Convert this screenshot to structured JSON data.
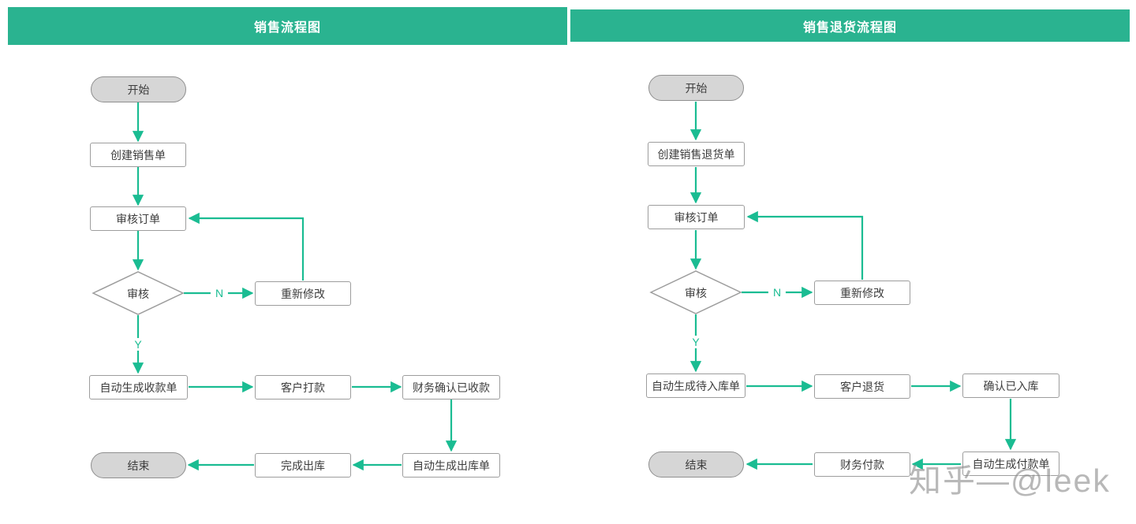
{
  "colors": {
    "header_background": "#2ab390",
    "arrow_green": "#1abc92",
    "node_border": "#9d9d9d",
    "terminal_fill": "#d6d6d6",
    "node_text": "#3d3d3d",
    "watermark_gray": "#8d8d8d"
  },
  "left_chart": {
    "title": "销售流程图",
    "nodes": {
      "start": "开始",
      "create_order": "创建销售单",
      "review_order": "审核订单",
      "decision": "审核",
      "modify": "重新修改",
      "auto_receipt": "自动生成收款单",
      "customer_pay": "客户打款",
      "finance_confirm": "财务确认已收款",
      "auto_outbound": "自动生成出库单",
      "complete_outbound": "完成出库",
      "end": "结束"
    },
    "edge_labels": {
      "no": "N",
      "yes": "Y"
    },
    "edges": [
      {
        "from": "开始",
        "to": "创建销售单"
      },
      {
        "from": "创建销售单",
        "to": "审核订单"
      },
      {
        "from": "审核订单",
        "to": "审核"
      },
      {
        "from": "审核",
        "to": "重新修改",
        "label": "N"
      },
      {
        "from": "重新修改",
        "to": "审核订单"
      },
      {
        "from": "审核",
        "to": "自动生成收款单",
        "label": "Y"
      },
      {
        "from": "自动生成收款单",
        "to": "客户打款"
      },
      {
        "from": "客户打款",
        "to": "财务确认已收款"
      },
      {
        "from": "财务确认已收款",
        "to": "自动生成出库单"
      },
      {
        "from": "自动生成出库单",
        "to": "完成出库"
      },
      {
        "from": "完成出库",
        "to": "结束"
      }
    ]
  },
  "right_chart": {
    "title": "销售退货流程图",
    "nodes": {
      "start": "开始",
      "create_order": "创建销售退货单",
      "review_order": "审核订单",
      "decision": "审核",
      "modify": "重新修改",
      "pending_inbound": "自动生成待入库单",
      "customer_return": "客户退货",
      "confirm_inbound": "确认已入库",
      "auto_payment": "自动生成付款单",
      "finance_pay": "财务付款",
      "end": "结束"
    },
    "edge_labels": {
      "no": "N",
      "yes": "Y"
    },
    "edges": [
      {
        "from": "开始",
        "to": "创建销售退货单"
      },
      {
        "from": "创建销售退货单",
        "to": "审核订单"
      },
      {
        "from": "审核订单",
        "to": "审核"
      },
      {
        "from": "审核",
        "to": "重新修改",
        "label": "N"
      },
      {
        "from": "重新修改",
        "to": "审核订单"
      },
      {
        "from": "审核",
        "to": "自动生成待入库单",
        "label": "Y"
      },
      {
        "from": "自动生成待入库单",
        "to": "客户退货"
      },
      {
        "from": "客户退货",
        "to": "确认已入库"
      },
      {
        "from": "确认已入库",
        "to": "自动生成付款单"
      },
      {
        "from": "自动生成付款单",
        "to": "财务付款"
      },
      {
        "from": "财务付款",
        "to": "结束"
      }
    ]
  },
  "watermark": "知乎—@leek"
}
